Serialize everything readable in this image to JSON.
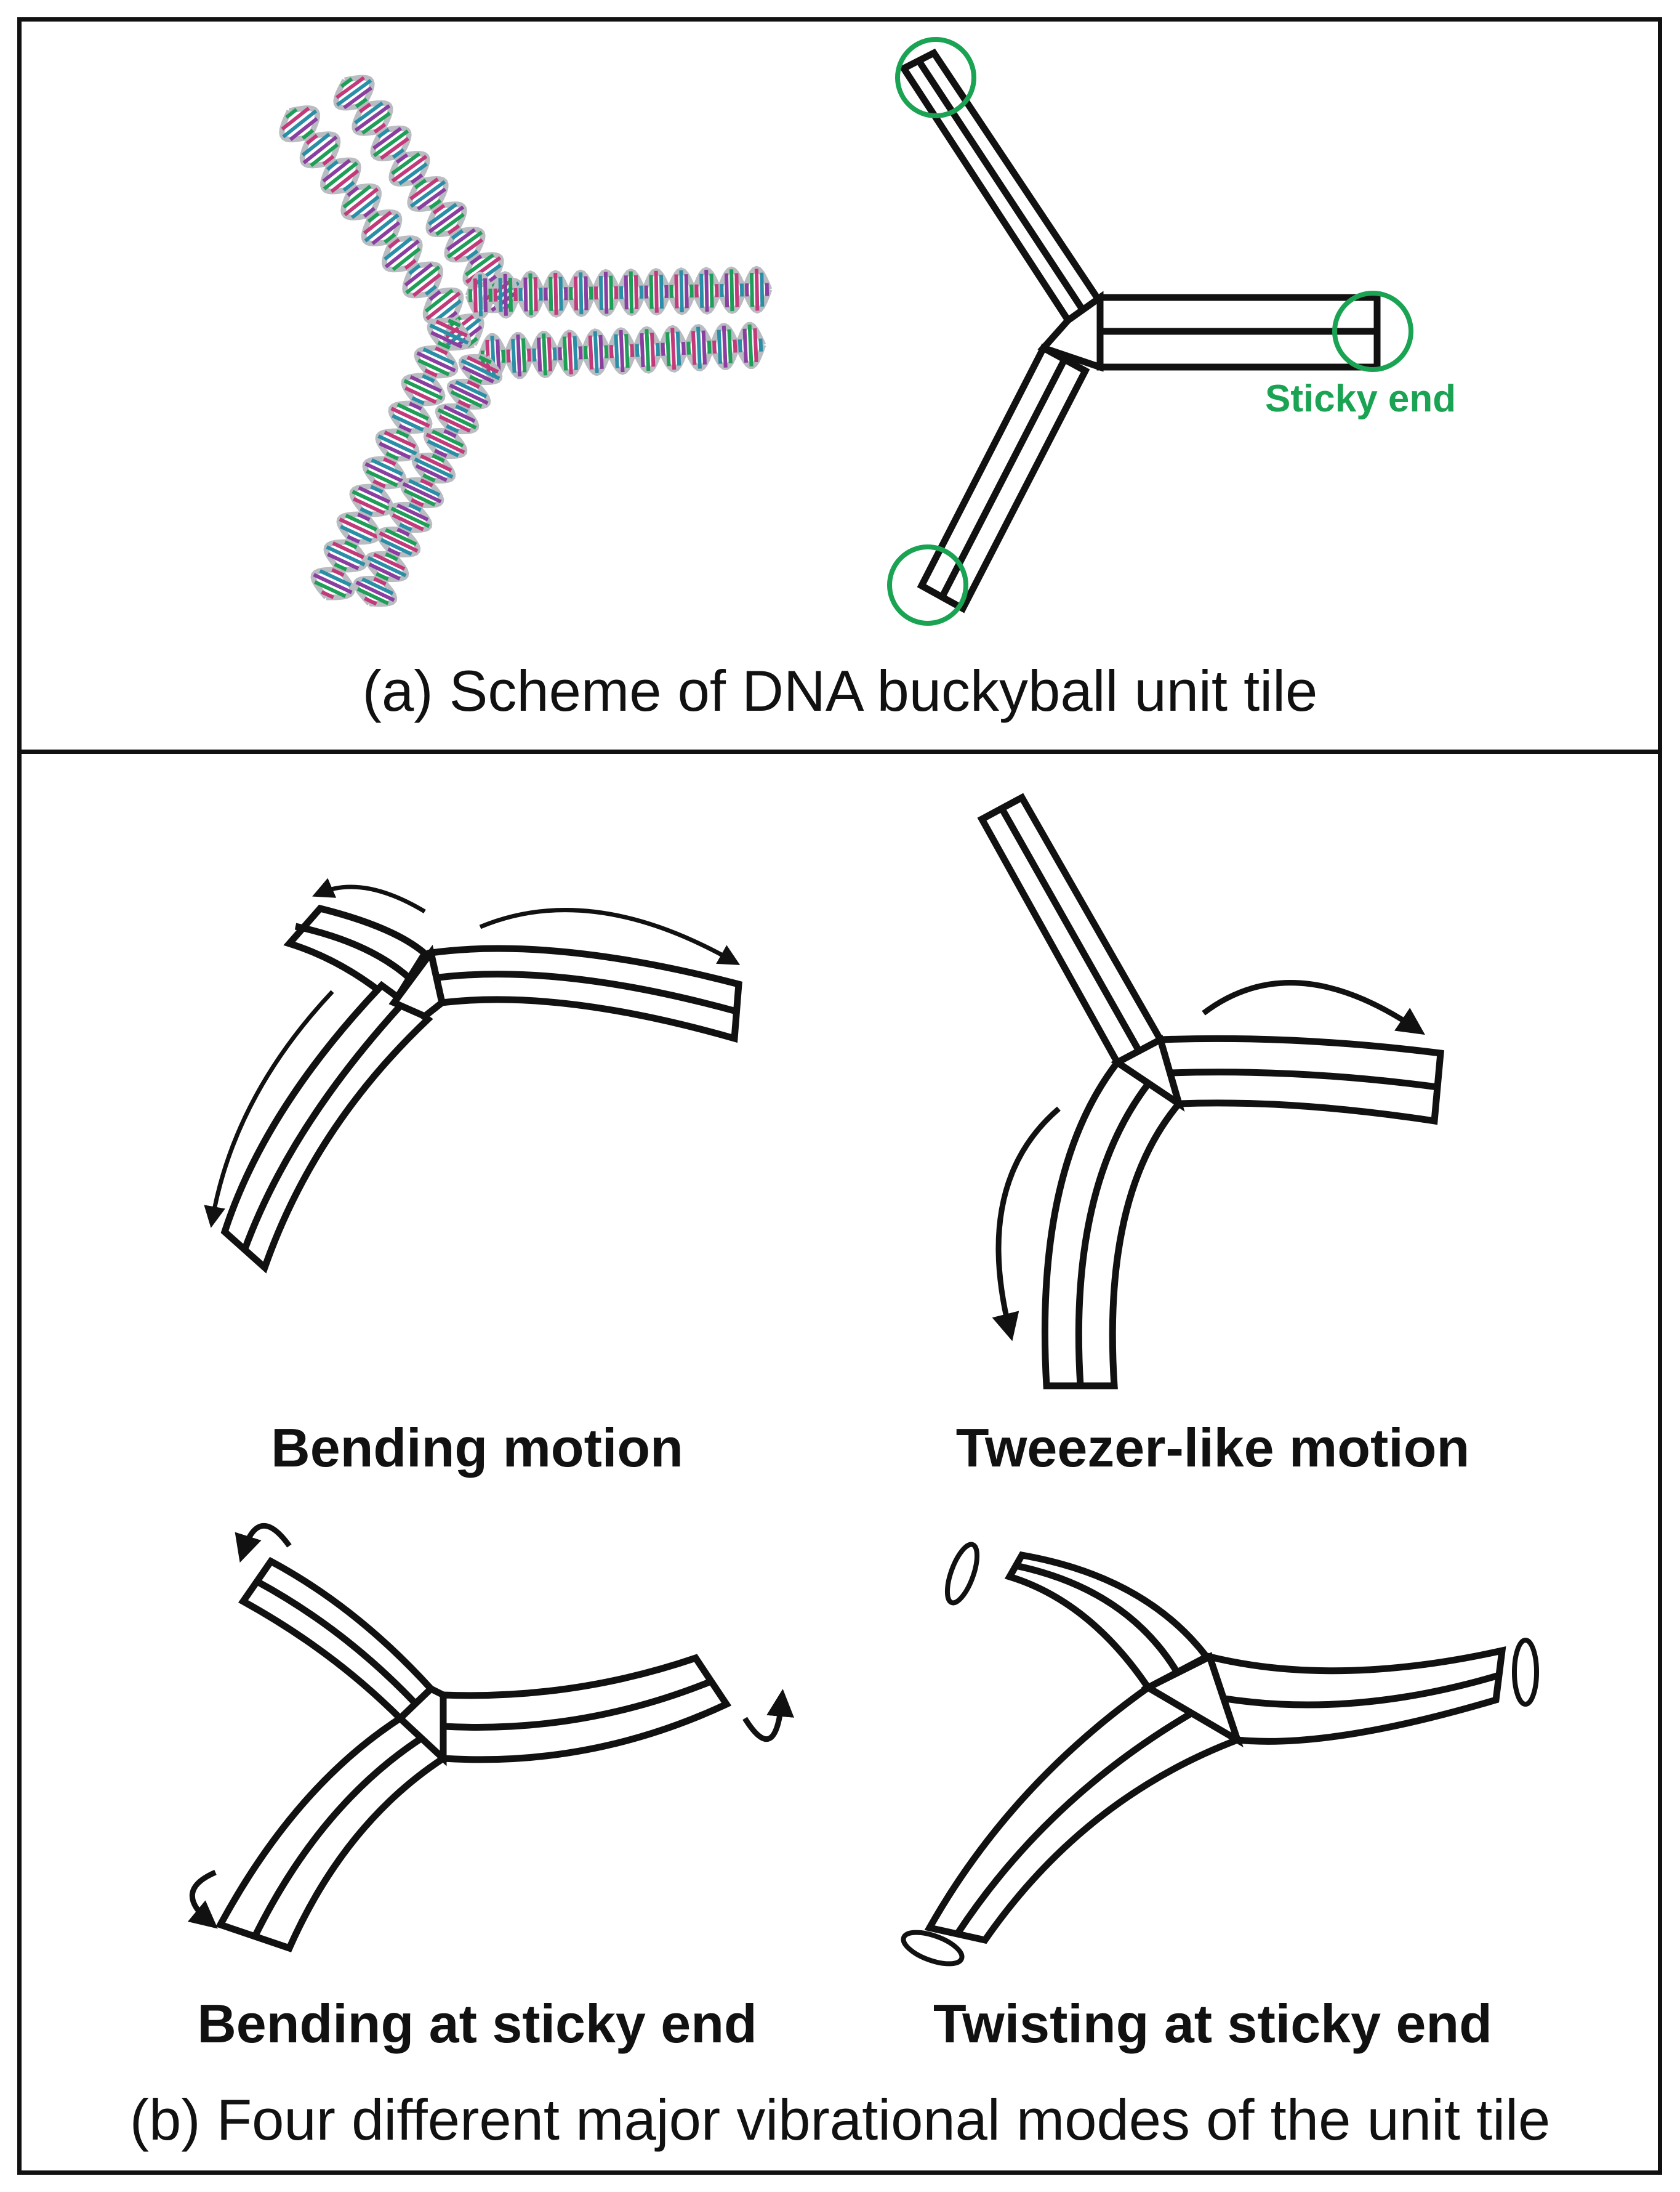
{
  "panel_a": {
    "sticky_end_label": "Sticky end",
    "caption": "(a) Scheme of DNA buckyball unit tile"
  },
  "panel_b": {
    "modes": [
      {
        "label": "Bending motion"
      },
      {
        "label": "Tweezer-like motion"
      },
      {
        "label": "Bending at sticky end"
      },
      {
        "label": "Twisting at sticky end"
      }
    ],
    "caption": "(b) Four different major vibrational modes of the unit tile"
  },
  "colors": {
    "line": "#111111",
    "sticky_end": "#1aa352",
    "helix_backbone": "#b9bcc0",
    "base_pairs": [
      "#1f9e57",
      "#c23a7a",
      "#2a8fa6",
      "#8a3fa0"
    ]
  }
}
